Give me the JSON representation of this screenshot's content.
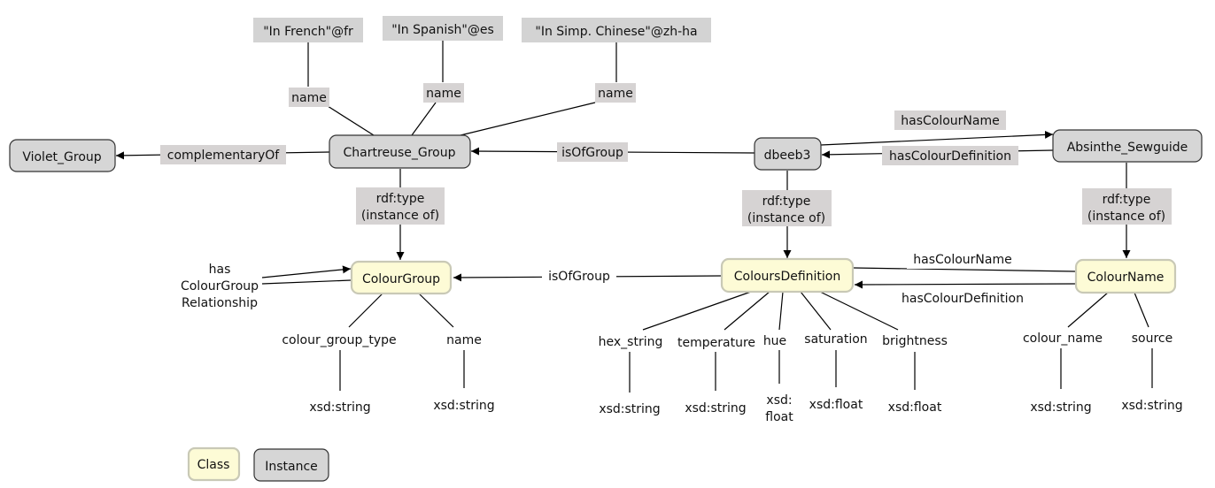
{
  "nodes": {
    "violet_group": "Violet_Group",
    "chartreuse_group": "Chartreuse_Group",
    "dbeeb3": "dbeeb3",
    "absinthe_sewguide": "Absinthe_Sewguide",
    "colour_group": "ColourGroup",
    "colours_definition": "ColoursDefinition",
    "colour_name": "ColourName",
    "lit_french": "\"In French\"@fr",
    "lit_spanish": "\"In Spanish\"@es",
    "lit_chinese": "\"In Simp. Chinese\"@zh-ha"
  },
  "edges": {
    "name": "name",
    "complementary_of": "complementaryOf",
    "is_of_group": "isOfGroup",
    "has_colour_name": "hasColourName",
    "has_colour_definition": "hasColourDefinition",
    "rdf_type_line1": "rdf:type",
    "rdf_type_line2": "(instance of)",
    "has_cg_rel_line1": "has",
    "has_cg_rel_line2": "ColourGroup",
    "has_cg_rel_line3": "Relationship"
  },
  "properties": {
    "colour_group_type": "colour_group_type",
    "name": "name",
    "hex_string": "hex_string",
    "temperature": "temperature",
    "hue": "hue",
    "saturation": "saturation",
    "brightness": "brightness",
    "colour_name": "colour_name",
    "source": "source"
  },
  "datatypes": {
    "xsd_string": "xsd:string",
    "xsd_float": "xsd:float",
    "xsd_colon": "xsd:",
    "float": "float"
  },
  "legend": {
    "class": "Class",
    "instance": "Instance"
  },
  "colors": {
    "instance_fill": "#d6d6d6",
    "class_fill": "#fdfbd6",
    "label_bg": "#d6d3d3"
  }
}
